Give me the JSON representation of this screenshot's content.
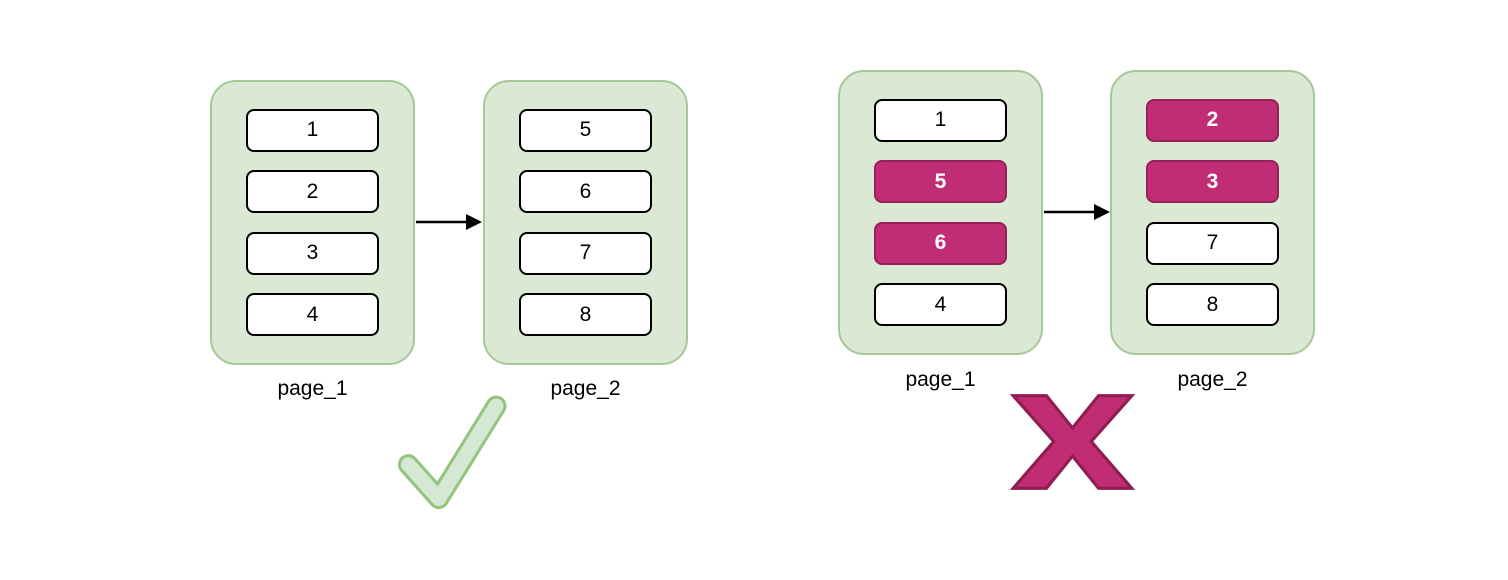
{
  "colors": {
    "page_fill": "#dbe9d4",
    "page_border": "#a6c79a",
    "item_fill": "#ffffff",
    "item_border": "#000000",
    "highlight_fill": "#c02d74",
    "highlight_border": "#94215a",
    "highlight_text": "#ffffff",
    "check_fill": "#d5e8d4",
    "check_outline": "#94c47d",
    "x_fill": "#c02d74",
    "x_outline": "#8f1d50",
    "arrow_color": "#000000"
  },
  "icons": {
    "correct_verdict": "checkmark-icon",
    "incorrect_verdict": "x-mark-icon",
    "connector": "arrow-right-icon"
  },
  "examples": [
    {
      "name": "correct",
      "verdict": "check",
      "pages": [
        {
          "label": "page_1",
          "items": [
            {
              "value": "1",
              "highlight": false
            },
            {
              "value": "2",
              "highlight": false
            },
            {
              "value": "3",
              "highlight": false
            },
            {
              "value": "4",
              "highlight": false
            }
          ]
        },
        {
          "label": "page_2",
          "items": [
            {
              "value": "5",
              "highlight": false
            },
            {
              "value": "6",
              "highlight": false
            },
            {
              "value": "7",
              "highlight": false
            },
            {
              "value": "8",
              "highlight": false
            }
          ]
        }
      ]
    },
    {
      "name": "incorrect",
      "verdict": "x",
      "pages": [
        {
          "label": "page_1",
          "items": [
            {
              "value": "1",
              "highlight": false
            },
            {
              "value": "5",
              "highlight": true
            },
            {
              "value": "6",
              "highlight": true
            },
            {
              "value": "4",
              "highlight": false
            }
          ]
        },
        {
          "label": "page_2",
          "items": [
            {
              "value": "2",
              "highlight": true
            },
            {
              "value": "3",
              "highlight": true
            },
            {
              "value": "7",
              "highlight": false
            },
            {
              "value": "8",
              "highlight": false
            }
          ]
        }
      ]
    }
  ]
}
